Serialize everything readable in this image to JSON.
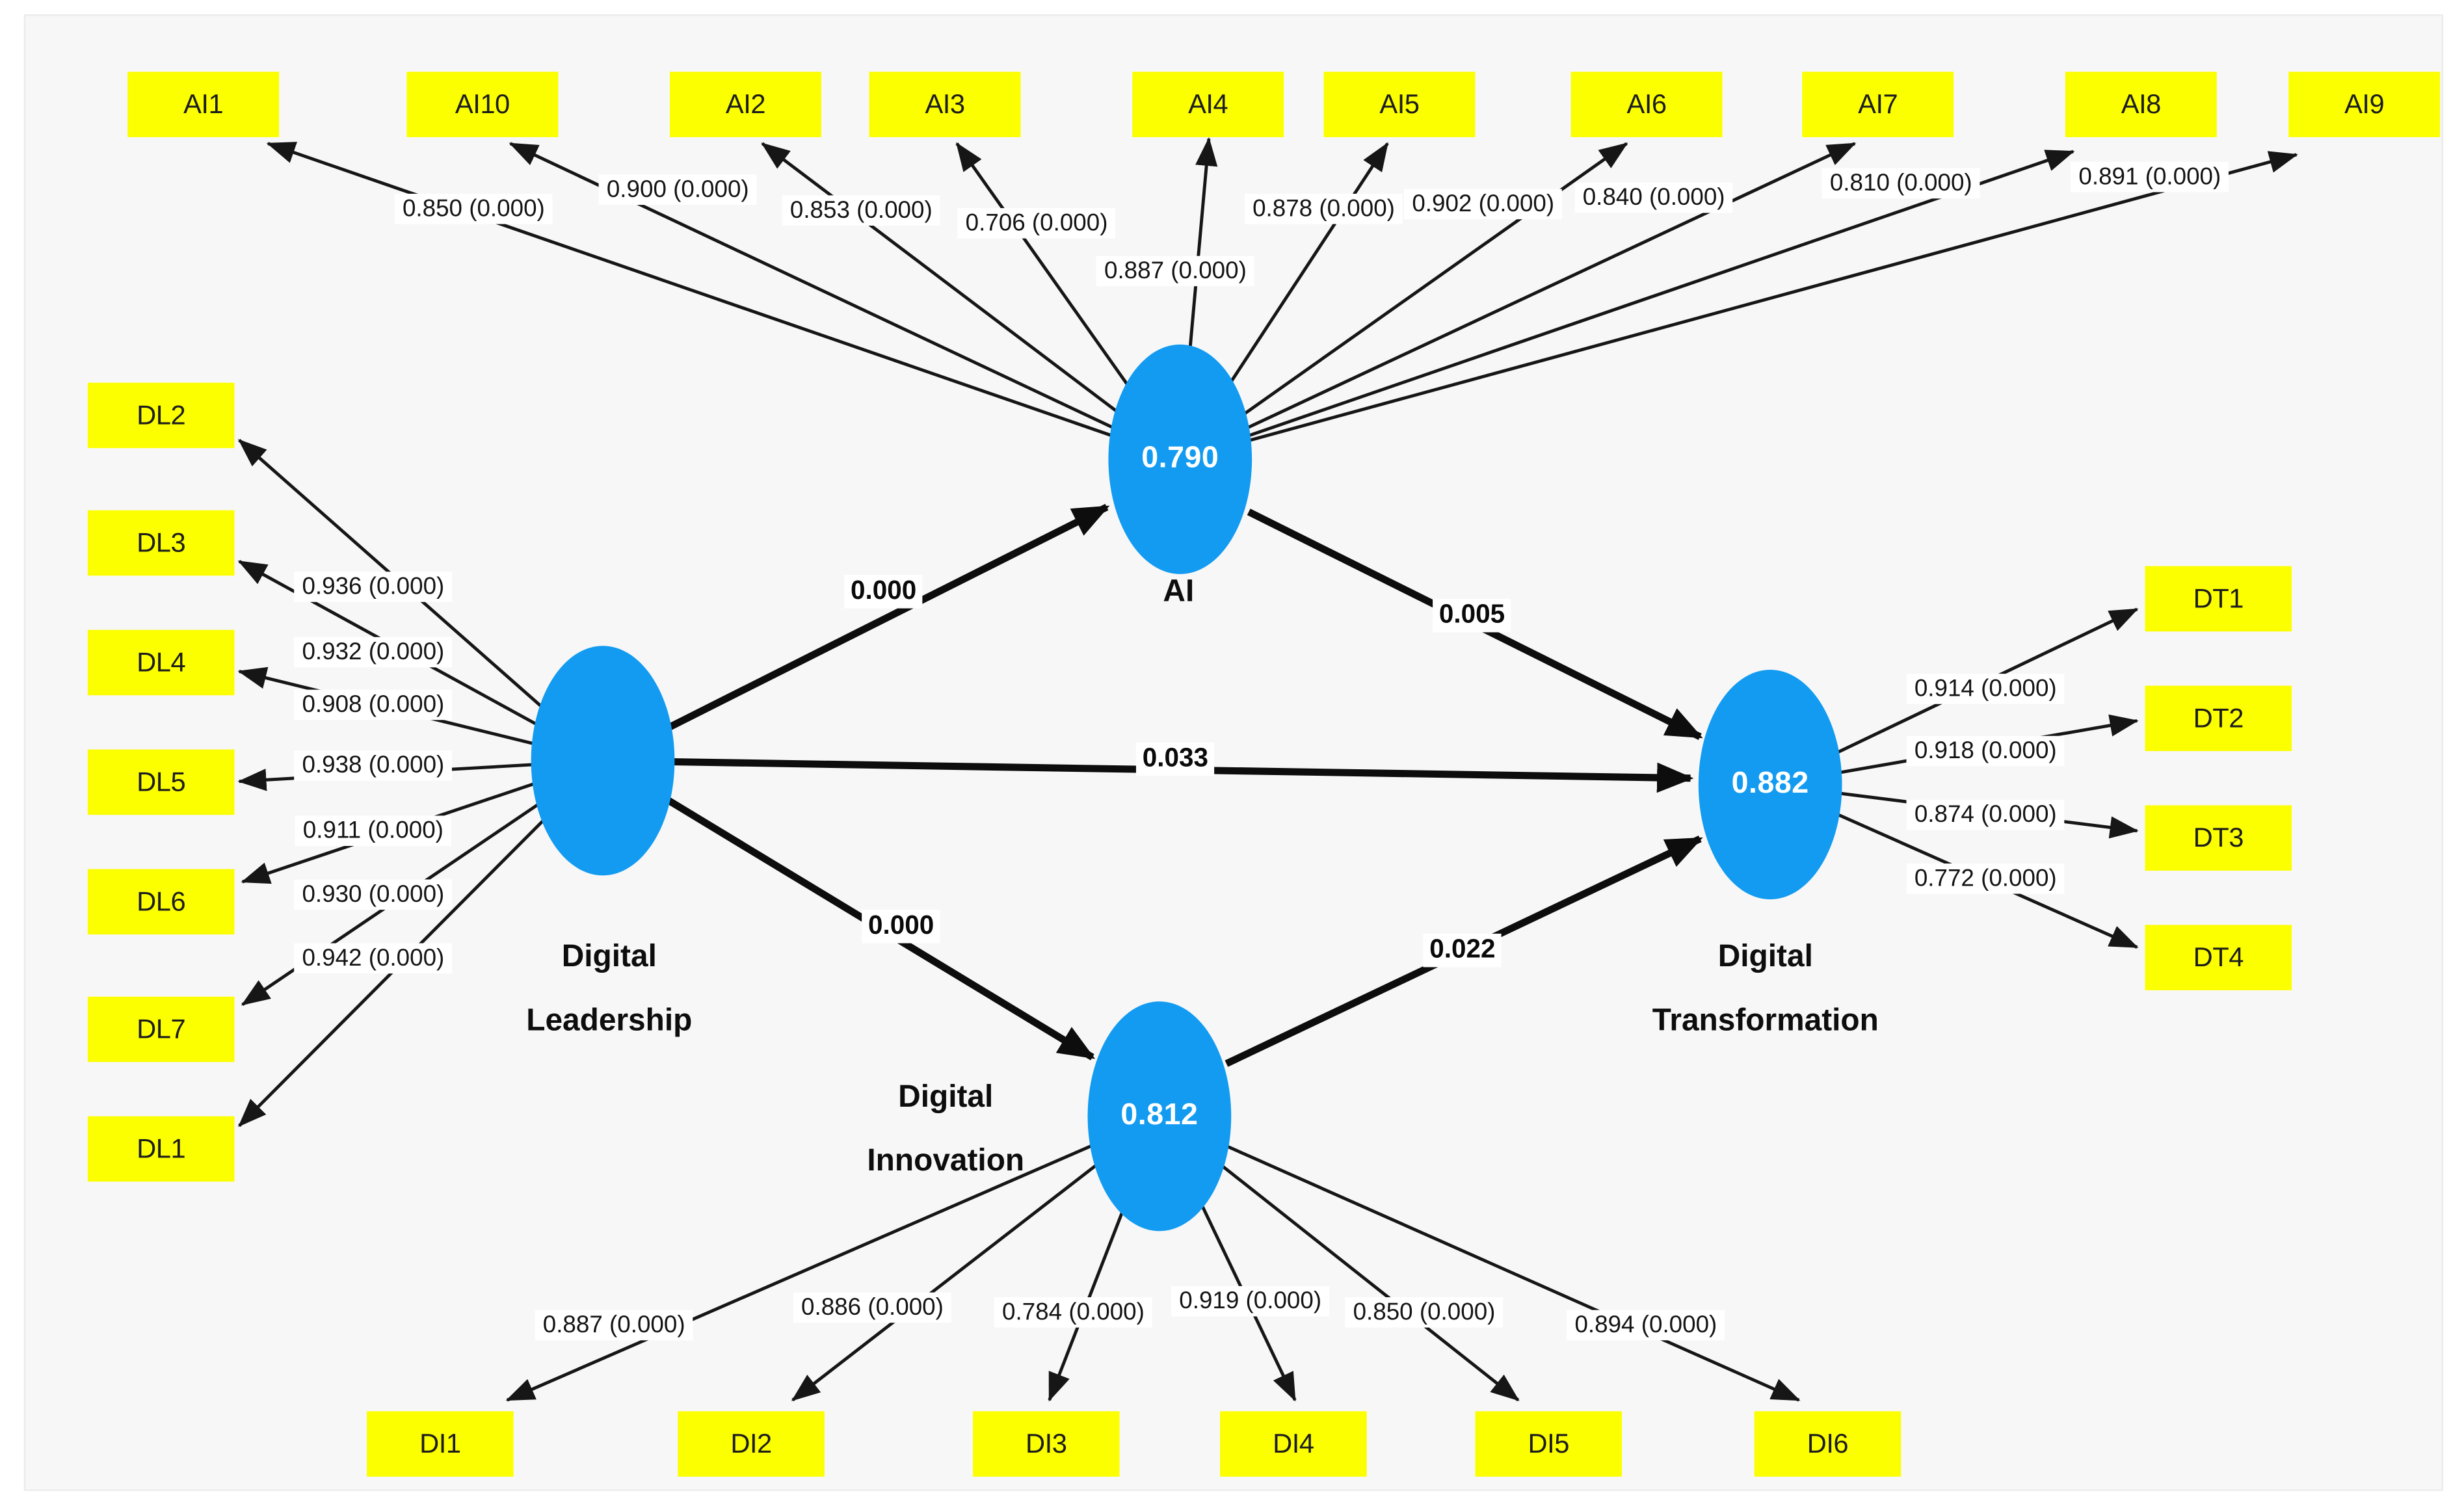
{
  "figure": {
    "type": "pls_sem_path_model",
    "colors": {
      "indicator_fill": "#FCFF00",
      "construct_fill": "#129BF1",
      "canvas_bg": "#F7F7F8",
      "line": "#161616"
    },
    "constructs": [
      {
        "id": "ai",
        "name": "AI",
        "value": "0.790",
        "label_lines": [
          "AI"
        ]
      },
      {
        "id": "dl",
        "name": "Digital Leadership",
        "value": "",
        "label_lines": [
          "Digital",
          "Leadership"
        ]
      },
      {
        "id": "dt",
        "name": "Digital Transformation",
        "value": "0.882",
        "label_lines": [
          "Digital",
          "Transformation"
        ]
      },
      {
        "id": "di",
        "name": "Digital Innovation",
        "value": "0.812",
        "label_lines": [
          "Digital",
          "Innovation"
        ]
      }
    ],
    "indicators": {
      "ai": [
        {
          "label": "AI1",
          "loading": "0.850 (0.000)"
        },
        {
          "label": "AI10",
          "loading": "0.900 (0.000)"
        },
        {
          "label": "AI2",
          "loading": "0.853 (0.000)"
        },
        {
          "label": "AI3",
          "loading": "0.706 (0.000)"
        },
        {
          "label": "AI4",
          "loading": "0.887 (0.000)"
        },
        {
          "label": "AI5",
          "loading": "0.878 (0.000)"
        },
        {
          "label": "AI6",
          "loading": "0.902 (0.000)"
        },
        {
          "label": "AI7",
          "loading": "0.840 (0.000)"
        },
        {
          "label": "AI8",
          "loading": "0.810 (0.000)"
        },
        {
          "label": "AI9",
          "loading": "0.891 (0.000)"
        }
      ],
      "dl": [
        {
          "label": "DL2",
          "loading": "0.936 (0.000)"
        },
        {
          "label": "DL3",
          "loading": "0.932 (0.000)"
        },
        {
          "label": "DL4",
          "loading": "0.908 (0.000)"
        },
        {
          "label": "DL5",
          "loading": "0.938 (0.000)"
        },
        {
          "label": "DL6",
          "loading": "0.911 (0.000)"
        },
        {
          "label": "DL7",
          "loading": "0.930 (0.000)"
        },
        {
          "label": "DL1",
          "loading": "0.942 (0.000)"
        }
      ],
      "dt": [
        {
          "label": "DT1",
          "loading": "0.914 (0.000)"
        },
        {
          "label": "DT2",
          "loading": "0.918 (0.000)"
        },
        {
          "label": "DT3",
          "loading": "0.874 (0.000)"
        },
        {
          "label": "DT4",
          "loading": "0.772 (0.000)"
        }
      ],
      "di": [
        {
          "label": "DI1",
          "loading": "0.887 (0.000)"
        },
        {
          "label": "DI2",
          "loading": "0.886 (0.000)"
        },
        {
          "label": "DI3",
          "loading": "0.784 (0.000)"
        },
        {
          "label": "DI4",
          "loading": "0.919 (0.000)"
        },
        {
          "label": "DI5",
          "loading": "0.850 (0.000)"
        },
        {
          "label": "DI6",
          "loading": "0.894 (0.000)"
        }
      ]
    },
    "paths": [
      {
        "from": "Digital Leadership",
        "to": "AI",
        "coefficient": "0.000"
      },
      {
        "from": "AI",
        "to": "Digital Transformation",
        "coefficient": "0.005"
      },
      {
        "from": "Digital Leadership",
        "to": "Digital Transformation",
        "coefficient": "0.033"
      },
      {
        "from": "Digital Leadership",
        "to": "Digital Innovation",
        "coefficient": "0.000"
      },
      {
        "from": "Digital Innovation",
        "to": "Digital Transformation",
        "coefficient": "0.022"
      }
    ]
  }
}
